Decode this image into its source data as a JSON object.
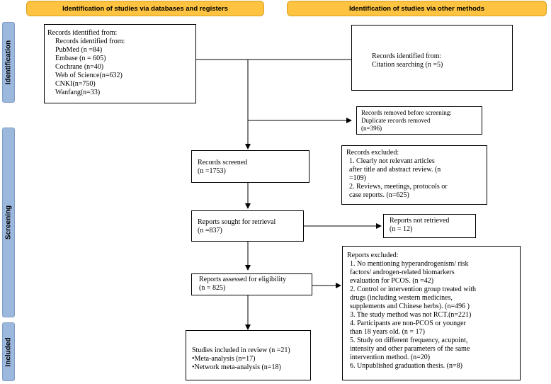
{
  "headers": {
    "databases": "Identification of studies via databases and registers",
    "other": "Identification of studies via other methods"
  },
  "stages": {
    "identification": "Identification",
    "screening": "Screening",
    "included": "Included"
  },
  "boxes": {
    "identified_db": {
      "title": "Records identified from:",
      "subtitle": "Records identified from:",
      "sources": [
        "PubMed (n =84)",
        "Embase (n = 605)",
        "Cochrane (n=40)",
        "Web of Science(n=632)",
        "CNKI(n=750)",
        "Wanfang(n=33)"
      ]
    },
    "identified_other": {
      "lines": [
        "Records identified from:",
        "Citation searching (n =5)"
      ]
    },
    "removed": {
      "lines": [
        "Records removed before screening:",
        "Duplicate records removed",
        "(n=396)"
      ]
    },
    "screened": {
      "lines": [
        "Records screened",
        "(n =1753)"
      ]
    },
    "excluded_records": {
      "lines": [
        "Records excluded:",
        "1.  Clearly not relevant articles",
        "after title and abstract review. (n",
        "=109)",
        "2.  Reviews, meetings, protocols or",
        "case reports. (n=625)"
      ]
    },
    "sought": {
      "lines": [
        "Reports sought for retrieval",
        "(n =837)"
      ]
    },
    "not_retrieved": {
      "lines": [
        "Reports not retrieved",
        "(n = 12)"
      ]
    },
    "assessed": {
      "lines": [
        "Reports assessed for eligibility",
        "(n = 825)"
      ]
    },
    "excluded_reports": {
      "lines": [
        "Reports excluded:",
        "1. No mentioning hyperandrogenism/ risk",
        "factors/ androgen-related biomarkers",
        "evaluation for PCOS. (n =42)",
        "2. Control or intervention group treated with",
        "drugs (including western medicines,",
        "supplements and Chinese herbs). (n=496 )",
        "3. The study method was not RCT.(n=221)",
        "4. Participants are non-PCOS or younger",
        "than 18 years old. (n = 17)",
        "5. Study on different frequency, acupoint,",
        "intensity and other parameters of the same",
        "intervention method. (n=20)",
        "6. Unpublished graduation thesis. (n=8)"
      ]
    },
    "included": {
      "lines": [
        "Studies included in review (n =21)",
        "•Meta-analysis (n=17)",
        "•Network meta-analysis (n=18)"
      ]
    }
  }
}
